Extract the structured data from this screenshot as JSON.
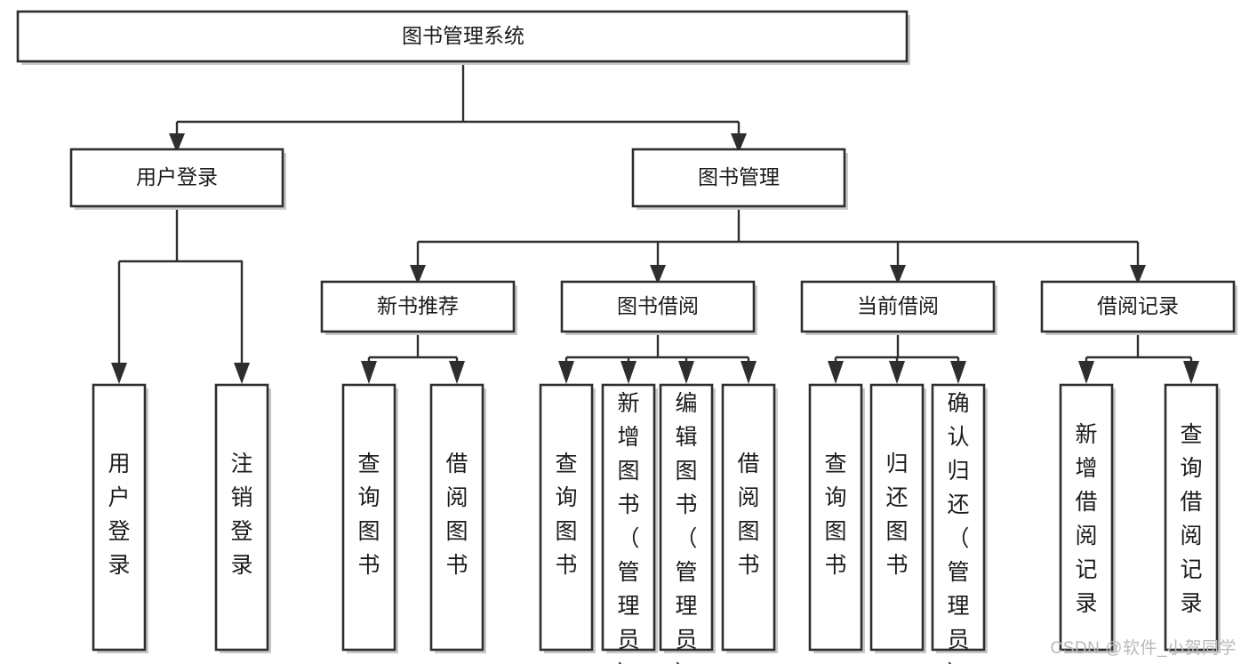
{
  "diagram": {
    "title": "图书管理系统",
    "watermark": "CSDN @软件_小贺同学",
    "colors": {
      "box_stroke": "#2e2e2e",
      "box_fill": "#ffffff",
      "connector": "#2e2e2e",
      "shadow": "#c9c9c9",
      "text": "#1b1b1b",
      "watermark": "#b9b9b9"
    },
    "root": {
      "label": "图书管理系统"
    },
    "level2": [
      {
        "label": "用户登录"
      },
      {
        "label": "图书管理"
      }
    ],
    "level3": [
      {
        "label": "新书推荐"
      },
      {
        "label": "图书借阅"
      },
      {
        "label": "当前借阅"
      },
      {
        "label": "借阅记录"
      }
    ],
    "leaves": {
      "user_login": [
        {
          "label": "用户登录"
        },
        {
          "label": "注销登录"
        }
      ],
      "new_book_recommend": [
        {
          "label": "查询图书"
        },
        {
          "label": "借阅图书"
        }
      ],
      "book_borrow": [
        {
          "label": "查询图书"
        },
        {
          "label": "新增图书（管理员）"
        },
        {
          "label": "编辑图书（管理员）"
        },
        {
          "label": "借阅图书"
        }
      ],
      "current_borrow": [
        {
          "label": "查询图书"
        },
        {
          "label": "归还图书"
        },
        {
          "label": "确认归还（管理员）"
        }
      ],
      "borrow_record": [
        {
          "label": "新增借阅记录"
        },
        {
          "label": "查询借阅记录"
        }
      ]
    }
  }
}
